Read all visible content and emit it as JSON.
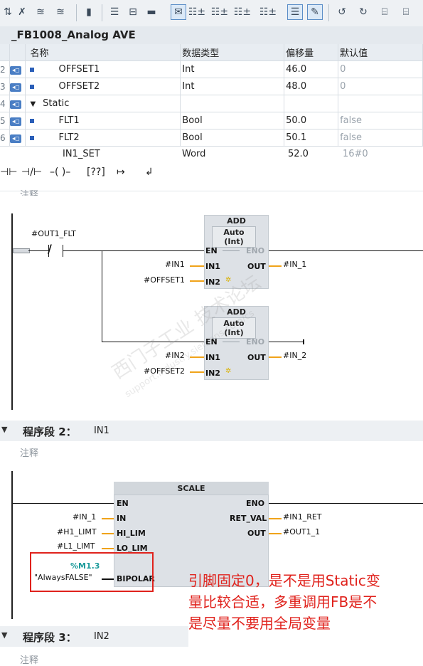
{
  "block": {
    "title": "_FB1008_Analog AVE"
  },
  "interface": {
    "headers": {
      "name": "名称",
      "type": "数据类型",
      "offset": "偏移量",
      "default": "默认值"
    },
    "rows": [
      {
        "num": "2",
        "name": "OFFSET1",
        "type": "Int",
        "offset": "46.0",
        "default": "0"
      },
      {
        "num": "3",
        "name": "OFFSET2",
        "type": "Int",
        "offset": "48.0",
        "default": "0"
      },
      {
        "num": "4",
        "name": "Static",
        "type": "",
        "offset": "",
        "default": ""
      },
      {
        "num": "5",
        "name": "FLT1",
        "type": "Bool",
        "offset": "50.0",
        "default": "false"
      },
      {
        "num": "6",
        "name": "FLT2",
        "type": "Bool",
        "offset": "50.1",
        "default": "false"
      }
    ],
    "partial_row": {
      "name": "IN1_SET",
      "type": "Word",
      "offset": "52.0",
      "default": "16#0"
    }
  },
  "toolbar_icons": [
    "sort-icon",
    "insert-row-icon",
    "delete-row-icon",
    "update-icon",
    "compare-icon",
    "list-icon",
    "network-expand-icon",
    "network-collapse-icon",
    "comment-icon",
    "absolute-operand-icon",
    "symbolic-icon",
    "symbol-info-icon",
    "list-view-icon",
    "favorites-icon",
    "goto-icon",
    "go-next-icon",
    "monitor-icon",
    "monitor-off-icon"
  ],
  "ladder_toolbar": {
    "no": "⊣⊢",
    "nc": "⊣/⊢",
    "coil": "–( )–",
    "box": "[??]",
    "branch_open": "↦",
    "branch_close": "↲"
  },
  "network1": {
    "comment": "注释",
    "contact_label": "#OUT1_FLT",
    "add1": {
      "title": "ADD",
      "subtitle": "Auto (Int)",
      "en": "EN",
      "eno": "ENO",
      "in1": "IN1",
      "in2": "IN2",
      "out": "OUT",
      "in1_op": "#IN1",
      "in2_op": "#OFFSET1",
      "out_op": "#IN_1"
    },
    "add2": {
      "title": "ADD",
      "subtitle": "Auto (Int)",
      "en": "EN",
      "eno": "ENO",
      "in1": "IN1",
      "in2": "IN2",
      "out": "OUT",
      "in1_op": "#IN2",
      "in2_op": "#OFFSET2",
      "out_op": "#IN_2"
    }
  },
  "network2": {
    "label": "程序段 2：",
    "name": "IN1",
    "comment": "注释",
    "scale": {
      "title": "SCALE",
      "en": "EN",
      "eno": "ENO",
      "in": "IN",
      "hi": "HI_LIM",
      "lo": "LO_LIM",
      "bipolar": "BIPOLAR",
      "ret": "RET_VAL",
      "out": "OUT",
      "in_op": "#IN_1",
      "hi_op": "#H1_LIMT",
      "lo_op": "#L1_LIMT",
      "bip_addr": "%M1.3",
      "bip_op": "\"AlwaysFALSE\"",
      "ret_op": "#IN1_RET",
      "out_op": "#OUT1_1"
    }
  },
  "network3": {
    "label": "程序段 3：",
    "name": "IN2",
    "comment": "注释"
  },
  "annotation": {
    "lines": [
      "引脚固定0，是不是用Static变",
      "量比较合适，多重调用FB是不",
      "是尽量不要用全局变量"
    ]
  },
  "watermark": {
    "text1": "西门子工业 技术论坛",
    "text2": "support.industry.siemens.com/cs"
  },
  "colors": {
    "note_red": "#e0221c",
    "pin_orange": "#f0a31a",
    "addr_teal": "#1a9a9a"
  }
}
